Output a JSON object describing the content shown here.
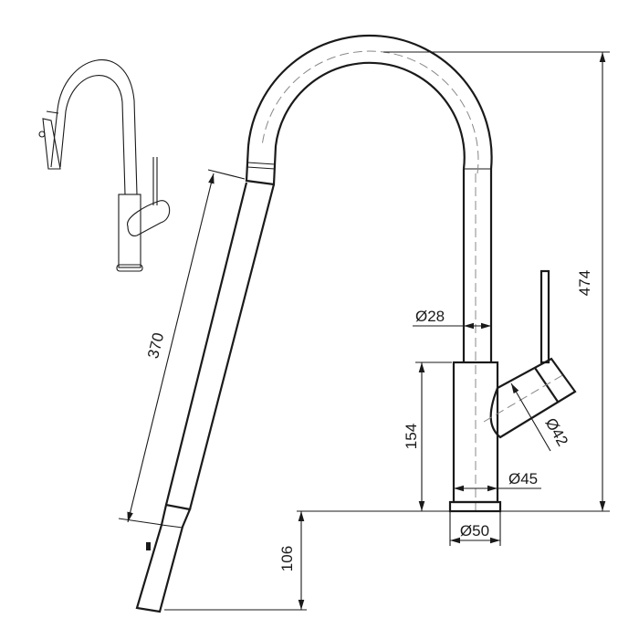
{
  "dimensions": {
    "total_height": "474",
    "spout_diameter": "Ø28",
    "body_height": "154",
    "handle_diameter": "Ø42",
    "body_diameter": "Ø45",
    "base_diameter": "Ø50",
    "hose_pullout": "370",
    "spray_head_length": "106"
  },
  "colors": {
    "line": "#1a1a1a",
    "centerline": "#888888"
  }
}
